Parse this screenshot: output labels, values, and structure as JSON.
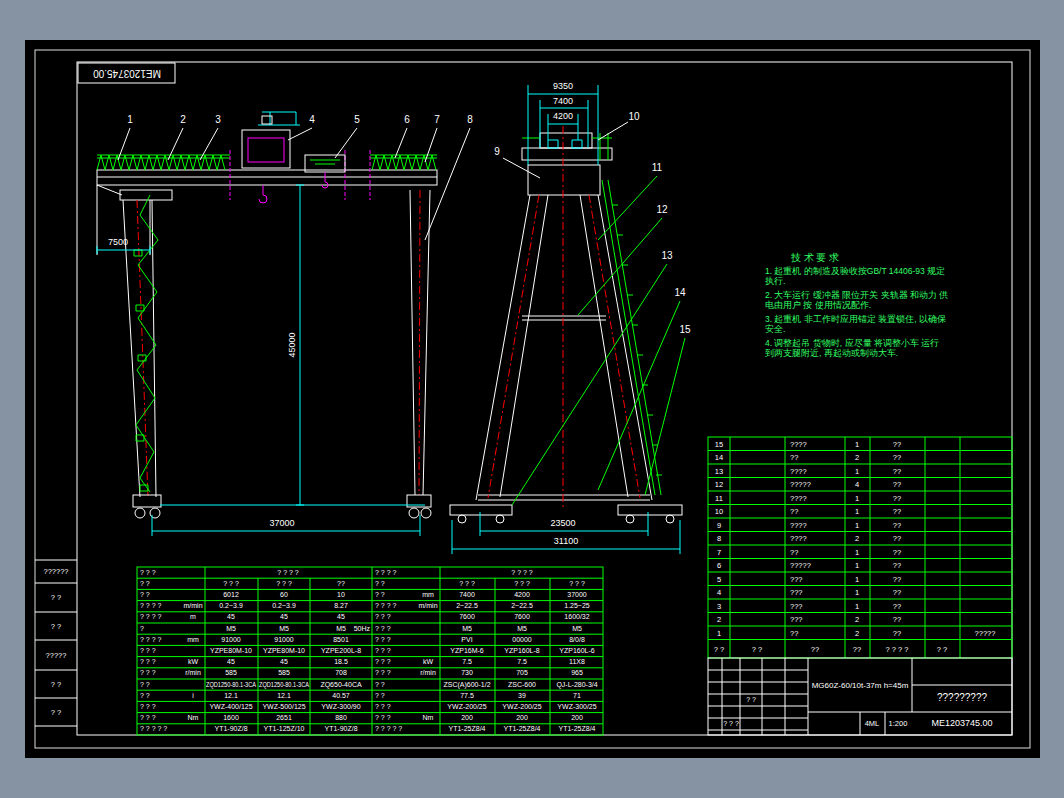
{
  "diagram": {
    "labels": [
      "ME1203745.00",
      "1",
      "2",
      "3",
      "4",
      "5",
      "6",
      "7",
      "8",
      "9",
      "10",
      "11",
      "12",
      "13",
      "14",
      "15",
      "7500",
      "45000",
      "37000",
      "9350",
      "7400",
      "4200",
      "23500",
      "31100",
      "技 术 要 求",
      "1. 起重机 的制造及验收按GB/T 14406-93 规定 执行.",
      "2. 大车运行 缓冲器 限位开关 夹轨器 和动力 供电由用户 按 使用情况配作.",
      "3. 起重机 非工作时应用锚定 装置锁住, 以确保安全.",
      "4. 调整起吊 货物时, 应尽量 将调整小车 运行 到两支腿附近, 再起动或制动大车.",
      "15",
      "????",
      "1",
      "??",
      "14",
      "??",
      "2",
      "??",
      "13",
      "????",
      "1",
      "??",
      "12",
      "?????",
      "4",
      "??",
      "11",
      "????",
      "1",
      "??",
      "10",
      "??",
      "1",
      "??",
      "9",
      "????",
      "1",
      "??",
      "8",
      "????",
      "2",
      "??",
      "7",
      "??",
      "1",
      "??",
      "6",
      "?????",
      "1",
      "??",
      "5",
      "???",
      "1",
      "??",
      "4",
      "???",
      "1",
      "??",
      "3",
      "???",
      "1",
      "??",
      "2",
      "???",
      "2",
      "??",
      "1",
      "??",
      "2",
      "??",
      "?????",
      "? ?",
      "? ?",
      "??",
      "??",
      "? ? ? ?",
      "? ?",
      "MG60Z-60/10t-37m h=45m",
      "?????????",
      "ME1203745.00",
      "4ML",
      "1:200",
      "? ?",
      "? ? ?",
      "??????",
      "? ?",
      "? ?",
      "?????",
      "? ?",
      "? ?",
      "? ? ?",
      "? ? ? ?",
      "? ?",
      "? ? ?",
      "? ? ?",
      "??",
      "? ?",
      "6012",
      "60",
      "10",
      "? ? ? ?",
      "m/min",
      "0.2~3.9",
      "0.2~3.9",
      "8.27",
      "? ? ? ?",
      "m",
      "45",
      "45",
      "45",
      "?",
      "M5",
      "M5",
      "M5",
      "50Hz",
      "? ? ? ?",
      "mm",
      "91000",
      "91000",
      "8501",
      "? ? ?",
      "YZPE80M-10",
      "YZPE80M-10",
      "YZPE200L-8",
      "? ? ?",
      "kW",
      "45",
      "45",
      "18.5",
      "? ? ?",
      "r/min",
      "585",
      "585",
      "708",
      "? ?",
      "ZQD1250-80.1-3CA",
      "ZQD1250-80.1-3CA",
      "ZQ650-40CA",
      "? ?",
      "i",
      "12.1",
      "12.1",
      "40.57",
      "? ? ?",
      "YWZ-400/125",
      "YWZ-500/125",
      "YWZ-300/90",
      "? ? ?",
      "Nm",
      "1600",
      "2651",
      "880",
      "? ? ? ? ?",
      "YT1-90Z/8",
      "YT1-125Z/10",
      "YT1-90Z/8",
      "? ? ? ?",
      "? ? ? ?",
      "? ?",
      "? ? ?",
      "? ? ?",
      "? ? ?",
      "? ?",
      "mm",
      "7400",
      "4200",
      "37000",
      "? ? ? ?",
      "m/min",
      "2~22.5",
      "2~22.5",
      "1.25~25",
      "? ? ?",
      "7600",
      "7600",
      "1600/32",
      "? ? ?",
      "M5",
      "M5",
      "M5",
      "? ? ?",
      "PVI",
      "00000",
      "8/0/8",
      "? ? ?",
      "YZP16M-6",
      "YZP160L-8",
      "YZP160L-6",
      "? ? ?",
      "kW",
      "7.5",
      "7.5",
      "11X8",
      "? ? ?",
      "r/min",
      "730",
      "705",
      "965",
      "? ?",
      "ZSC(A)600-1/2",
      "ZSC-600",
      "QJ-L-280-3/4",
      "? ?",
      "77.5",
      "39",
      "71",
      "? ? ?",
      "YWZ-200/25",
      "YWZ-200/25",
      "YWZ-300/25",
      "? ? ?",
      "Nm",
      "200",
      "200",
      "200",
      "? ? ? ? ?",
      "YT1-25Z8/4",
      "YT1-25Z8/4",
      "YT1-25Z8/4"
    ]
  }
}
